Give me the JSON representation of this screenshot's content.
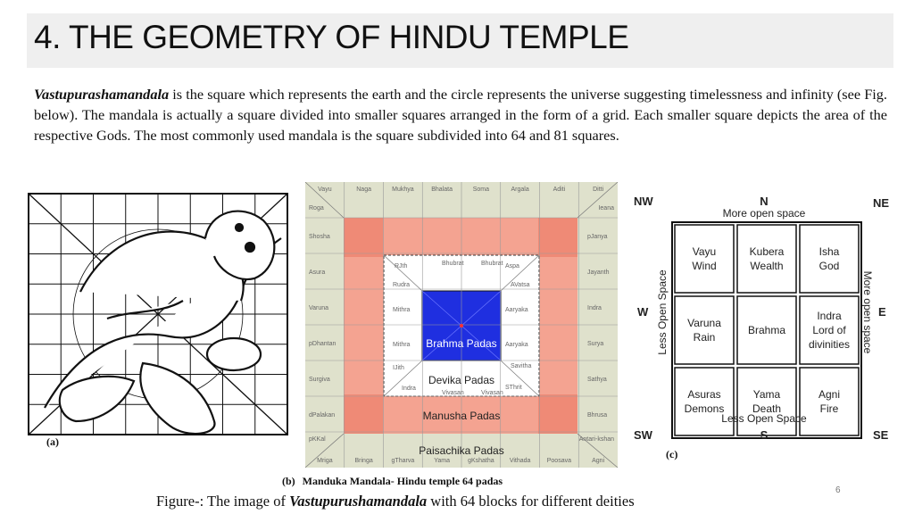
{
  "slide": {
    "title": "4. THE GEOMETRY OF HINDU TEMPLE",
    "para_term": "Vastupurashamandala",
    "para_text": " is the square which represents the earth and the circle represents the universe suggesting timelessness and infinity (see Fig. below). The mandala is actually a square divided into smaller squares arranged in the form of a grid. Each smaller square depicts the area of the respective Gods. The most commonly used mandala is the square subdivided into 64 and 81 squares.",
    "page_number": "6"
  },
  "figure_a": {
    "label": "(a)"
  },
  "figure_b": {
    "label": "(b)",
    "caption": "Manduka Mandala- Hindu temple 64 padas",
    "top_row": [
      "Vayu",
      "Naga",
      "Mukhya",
      "Bhalata",
      "Soma",
      "Argala",
      "Aditi",
      "Ditti"
    ],
    "bottom_row": [
      "Mriga",
      "Bringa",
      "gTharva",
      "Yama",
      "gKshatha",
      "Vithada",
      "Poosava",
      "Agni"
    ],
    "left_col": [
      "Roga",
      "Shosha",
      "Asura",
      "Varuna",
      "pDhantan",
      "Surgiva",
      "dPalakan",
      "pKKal"
    ],
    "right_col": [
      "Ieana",
      "pJanya",
      "Jayanth",
      "Indra",
      "Surya",
      "Sathya",
      "Bhrusa",
      "Antari-kshan"
    ],
    "inner": [
      "RJth",
      "Bhubrat",
      "Bhubrat",
      "Aspa",
      "Rudra",
      "AVatsa",
      "Mithra",
      "Aaryaka",
      "Mithra",
      "Aaryaka",
      "IJith",
      "Indra",
      "Vivasan",
      "Vivasan",
      "Savitha",
      "SThrit"
    ],
    "brahma_pada": "Brahma Padas",
    "devika_pada": "Devika Padas",
    "manusha_pada": "Manusha Padas",
    "paisachika_pada": "Paisachika Padas"
  },
  "figure_c": {
    "label": "(c)",
    "directions": {
      "nw": "NW",
      "n": "N",
      "ne": "NE",
      "w": "W",
      "e": "E",
      "sw": "SW",
      "s": "S",
      "se": "SE"
    },
    "top_note": "More open space",
    "bottom_note": "Less Open Space",
    "left_note": "Less Open Space",
    "right_note": "More open space",
    "grid": [
      [
        "Vayu",
        "Wind"
      ],
      [
        "Kubera",
        "Wealth"
      ],
      [
        "Isha",
        "God"
      ],
      [
        "Varuna",
        "Rain"
      ],
      [
        "Brahma"
      ],
      [
        "Indra",
        "Lord of",
        "divinities"
      ],
      [
        "Asuras",
        "Demons"
      ],
      [
        "Yama",
        "Death"
      ],
      [
        "Agni",
        "Fire"
      ]
    ]
  },
  "figure_caption": {
    "prefix": "Figure-: The image of ",
    "term": "Vastupurushamandala",
    "suffix": " with 64 blocks for different deities"
  },
  "colors": {
    "title_bg": "#efefef",
    "outer_ring": "#dfe1cc",
    "salmon": "#f4a391",
    "salmon_dark": "#ef8a76",
    "brahma_blue": "#1f2fe0"
  }
}
